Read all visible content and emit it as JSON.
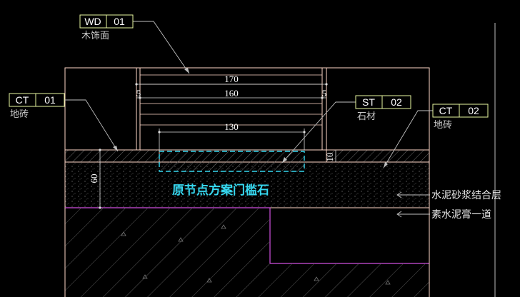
{
  "colors": {
    "background": "#000000",
    "outline": "#ffd8c8",
    "tag_border": "#e9f7a0",
    "leader": "#bfbfbf",
    "dimension": "#dcdcdc",
    "new_stone": "#36d8f0",
    "magenta_line": "#d050e0",
    "title": "#36d8f0"
  },
  "tags": {
    "wd": {
      "code": "WD",
      "num": "01",
      "sub": "木饰面"
    },
    "ct_left": {
      "code": "CT",
      "num": "01",
      "sub": "地砖"
    },
    "st": {
      "code": "ST",
      "num": "02",
      "sub": "石材"
    },
    "ct_right": {
      "code": "CT",
      "num": "02",
      "sub": "地砖"
    }
  },
  "dimensions": {
    "d170": "170",
    "d160": "160",
    "d5_left": "5",
    "d5_right": "5",
    "d130": "130",
    "d10": "10",
    "d60": "60"
  },
  "title": "原节点方案门槛石",
  "notes": {
    "mortar": "水泥砂浆结合层",
    "cement_paste": "素水泥膏一道"
  }
}
